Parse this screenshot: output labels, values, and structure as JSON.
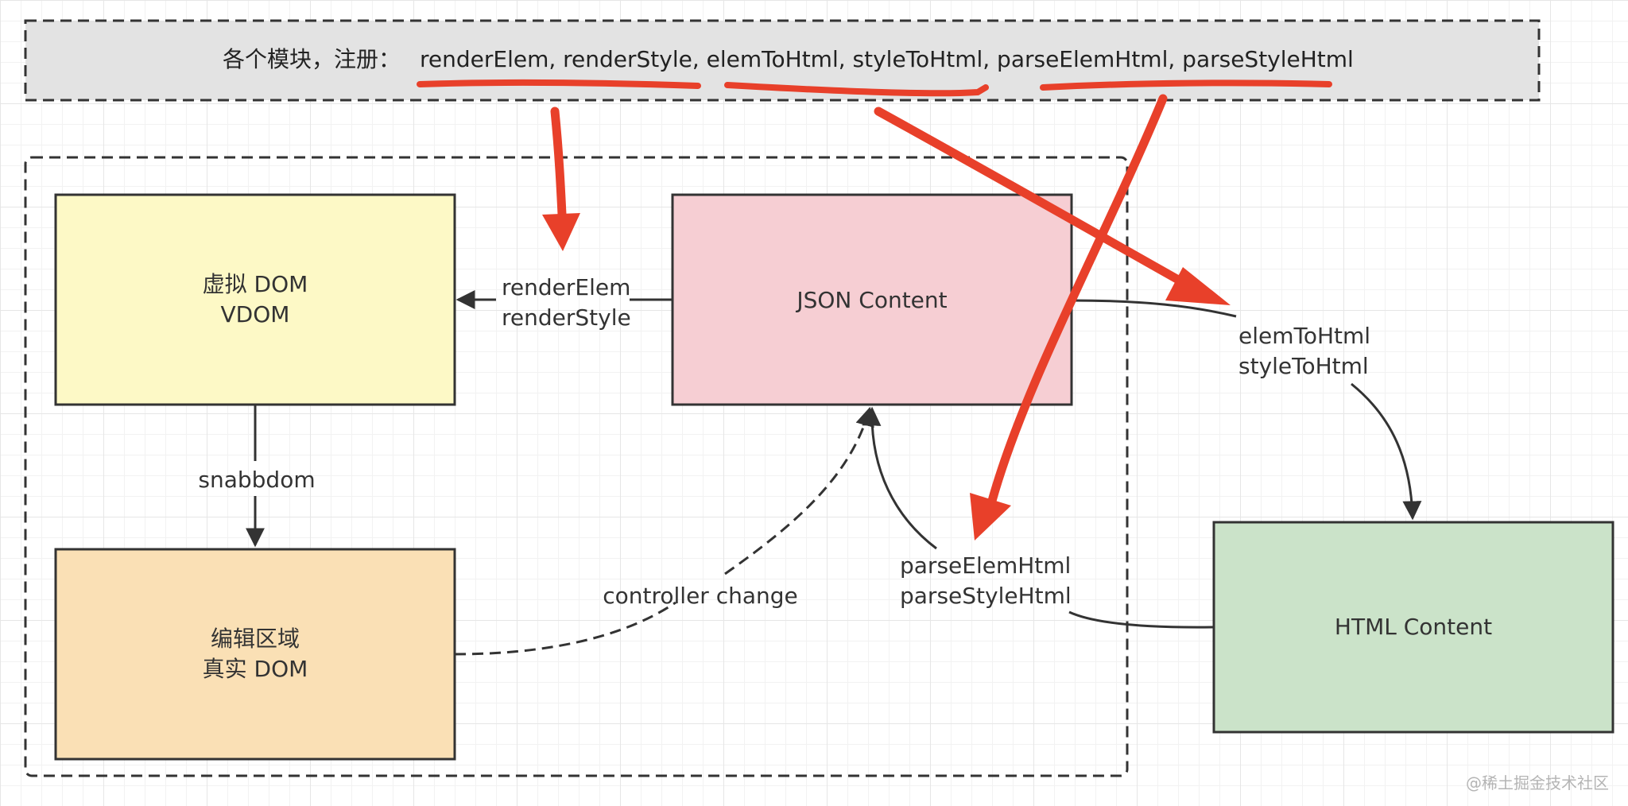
{
  "banner": {
    "prefix": "各个模块，注册：",
    "apis": "renderElem, renderStyle, elemToHtml, styleToHtml, parseElemHtml, parseStyleHtml"
  },
  "nodes": {
    "vdom": {
      "line1": "虚拟 DOM",
      "line2": "VDOM",
      "fill": "#fdf9c6"
    },
    "editor": {
      "line1": "编辑区域",
      "line2": "真实 DOM",
      "fill": "#fae0b5"
    },
    "json": {
      "label": "JSON Content",
      "fill": "#f6ced3"
    },
    "html": {
      "label": "HTML Content",
      "fill": "#cbe3c9"
    }
  },
  "edges": {
    "render": {
      "line1": "renderElem",
      "line2": "renderStyle"
    },
    "snabbdom": {
      "label": "snabbdom"
    },
    "controller": {
      "label": "controller change"
    },
    "toHtml": {
      "line1": "elemToHtml",
      "line2": "styleToHtml"
    },
    "parse": {
      "line1": "parseElemHtml",
      "line2": "parseStyleHtml"
    }
  },
  "colors": {
    "annotation": "#e8402a",
    "stroke": "#333333",
    "banner_fill": "#e3e3e3"
  },
  "watermark": "@稀土掘金技术社区"
}
